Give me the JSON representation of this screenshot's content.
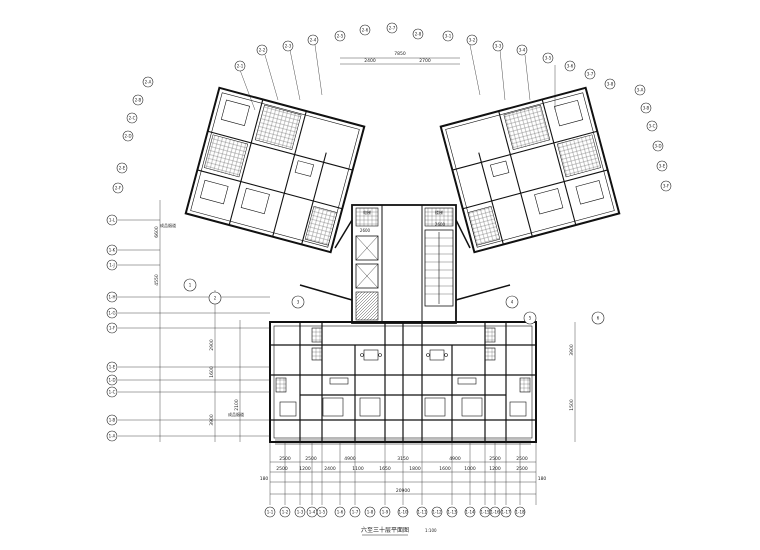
{
  "title": "六至三十层平面图",
  "scale": "1:100",
  "dimensions": {
    "top_overall": "7850",
    "top_segments": [
      "2400",
      "2700"
    ],
    "bottom_overall": "20900",
    "bottom_row1": [
      "2500",
      "2500",
      "4900",
      "3150",
      "4900",
      "2500",
      "2500"
    ],
    "bottom_row2": [
      "2500",
      "1200",
      "2400",
      "1100",
      "1650",
      "1800",
      "1600",
      "1000",
      "1200",
      "2500"
    ],
    "bottom_row3": [
      "180",
      "180"
    ],
    "left_vertical": [
      "6600",
      "4550",
      "2900",
      "1600",
      "2100",
      "3900"
    ],
    "right_vertical": [
      "3900",
      "1500"
    ],
    "middle_small": [
      "2600",
      "2600"
    ]
  },
  "grid_bubbles_bottom": [
    "1-1",
    "1-2",
    "1-3",
    "1-4",
    "1-5",
    "1-6",
    "1-7",
    "1-8",
    "1-9",
    "1-10",
    "1-11",
    "1-12",
    "1-13",
    "1-14",
    "1-15",
    "1-16",
    "1-17",
    "1-18"
  ],
  "grid_bubbles_left": [
    "1-L",
    "1-K",
    "1-J",
    "1-H",
    "1-G",
    "1-F",
    "1-E",
    "1-D",
    "1-C",
    "1-B",
    "1-A"
  ],
  "grid_bubbles_top": [
    "2-1",
    "2-2",
    "2-3",
    "2-4",
    "2-5",
    "2-6",
    "2-7",
    "2-8",
    "3-1",
    "3-2",
    "3-3",
    "3-4",
    "3-5",
    "3-6",
    "3-7",
    "3-8"
  ],
  "grid_bubbles_left_wing": [
    "2-A",
    "2-B",
    "2-C",
    "2-D",
    "2-E",
    "2-F"
  ],
  "grid_bubbles_right_wing": [
    "3-A",
    "3-B",
    "3-C",
    "3-D",
    "3-E",
    "3-F"
  ],
  "rooms": {
    "stair_note": "楼梯",
    "lift_note": "电梯",
    "note_left": "成品烟道",
    "note_right": "成品烟道"
  },
  "detail_refs": [
    "1",
    "2",
    "3",
    "4",
    "5",
    "6"
  ]
}
